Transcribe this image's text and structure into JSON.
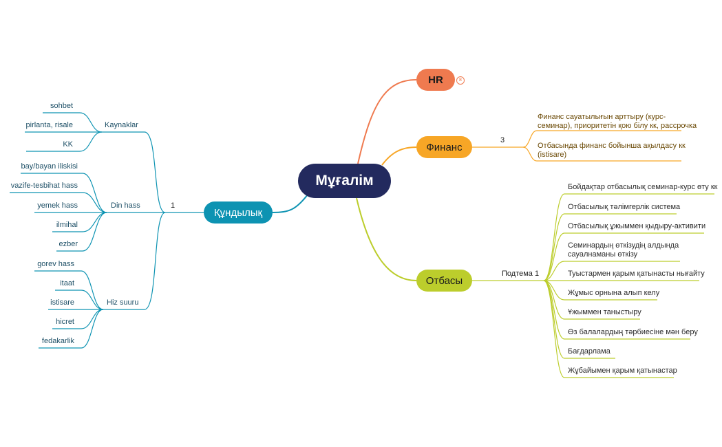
{
  "central": {
    "title": "Мұғалім"
  },
  "hr": {
    "label": "HR",
    "badge": "8"
  },
  "finans": {
    "label": "Финанс",
    "connector": "3",
    "items": [
      {
        "line1": "Финанс сауатылығын арттыру (курс-",
        "line2": "семинар), приоритетін қою білу кк, рассрочка"
      },
      {
        "line1": "Отбасында финанс бойынша ақылдасу кк",
        "line2": "(istisare)"
      }
    ]
  },
  "otbasy": {
    "label": "Отбасы",
    "connector": "Подтема 1",
    "items": [
      {
        "line1": "Бойдақтар отбасылық семинар-курс өту кк",
        "line2": ""
      },
      {
        "line1": "Отбасылық тәлімгерлік система",
        "line2": ""
      },
      {
        "line1": "Отбасылық ұжыммен қыдыру-активити",
        "line2": ""
      },
      {
        "line1": "Семинардың өткізудің алдында",
        "line2": "сауалнаманы өткізу"
      },
      {
        "line1": "Туыстармен қарым қатынасты нығайту",
        "line2": ""
      },
      {
        "line1": "Жұмыс орнына алып келу",
        "line2": ""
      },
      {
        "line1": "Ұжыммен таныстыру",
        "line2": ""
      },
      {
        "line1": "Өз балалардың тәрбиесіне мән беру",
        "line2": ""
      },
      {
        "line1": "Бағдарлама",
        "line2": ""
      },
      {
        "line1": "Жұбайымен қарым қатынастар",
        "line2": ""
      }
    ]
  },
  "kundylyk": {
    "label": "Құндылық",
    "connector": "1",
    "groups": [
      {
        "label": "Kaynaklar",
        "items": [
          "sohbet",
          "pirlanta, risale",
          "KK"
        ]
      },
      {
        "label": "Din hass",
        "items": [
          "bay/bayan iliskisi",
          "vazife-tesbihat hass",
          "yemek hass",
          "ilmihal",
          "ezber"
        ]
      },
      {
        "label": "Hiz suuru",
        "items": [
          "gorev hass",
          "itaat",
          "istisare",
          "hicret",
          "fedakarlik"
        ]
      }
    ]
  },
  "colors": {
    "central": "#232a5e",
    "hr": "#ef7a4f",
    "finans": "#f7a626",
    "otbasy": "#bccd2c",
    "kundylyk": "#0d93b2"
  }
}
